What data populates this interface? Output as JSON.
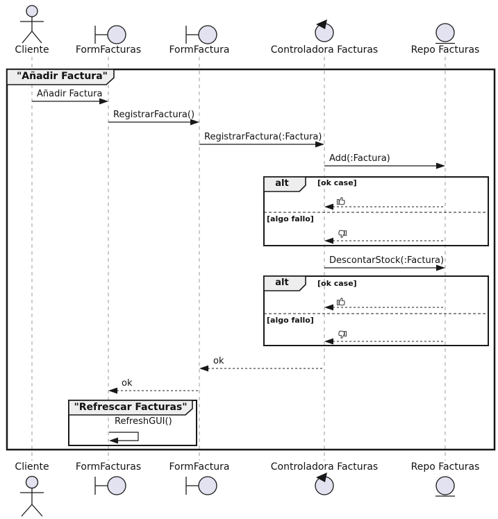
{
  "participants": [
    {
      "label": "Cliente",
      "type": "actor"
    },
    {
      "label": "FormFacturas",
      "type": "boundary"
    },
    {
      "label": "FormFactura",
      "type": "boundary"
    },
    {
      "label": "Controladora Facturas",
      "type": "control"
    },
    {
      "label": "Repo Facturas",
      "type": "entity"
    }
  ],
  "frames": {
    "main_title": "\"Añadir Factura\"",
    "refresh_title": "\"Refrescar Facturas\""
  },
  "alt_fragments": {
    "operator": "alt",
    "ok_guard": "[ok case]",
    "fail_guard": "[algo fallo]",
    "thumbs_up_icon": "👍",
    "thumbs_down_icon": "👎"
  },
  "messages": {
    "anadir_factura": "Añadir Factura",
    "registrar_factura": "RegistrarFactura()",
    "registrar_factura_param": "RegistrarFactura(:Factura)",
    "add_factura": "Add(:Factura)",
    "descontar_stock": "DescontarStock(:Factura)",
    "ok_return_1": "ok",
    "ok_return_2": "ok",
    "refresh_gui": "RefreshGUI()"
  },
  "colors": {
    "participant_fill": "#E2E2F0",
    "line": "#181818",
    "lifeline": "#999999",
    "tab_fill": "#EEEEEE",
    "background": "#FFFFFF"
  }
}
